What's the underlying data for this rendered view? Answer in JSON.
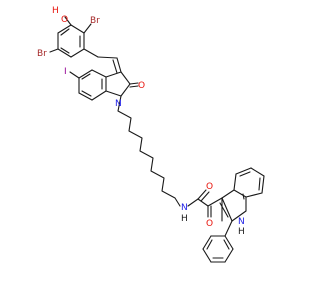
{
  "molecule": {
    "labels": {
      "hydroxyl_h": "H",
      "hydroxyl_o": "O",
      "br_top": "Br",
      "br_left": "Br",
      "iodine": "I",
      "oxindole_o": "O",
      "oxindole_n": "N",
      "amide_n": "N",
      "amide_h": "H",
      "amide_o": "O",
      "keto_o": "O",
      "indole_n": "N",
      "indole_h": "H"
    },
    "colors": {
      "bond": "#1a1a1a",
      "oxygen": "#e8140c",
      "bromine": "#a52a2a",
      "iodine": "#940094",
      "nitrogen": "#1e1ee6",
      "hydrogen": "#1a1a1a"
    }
  }
}
